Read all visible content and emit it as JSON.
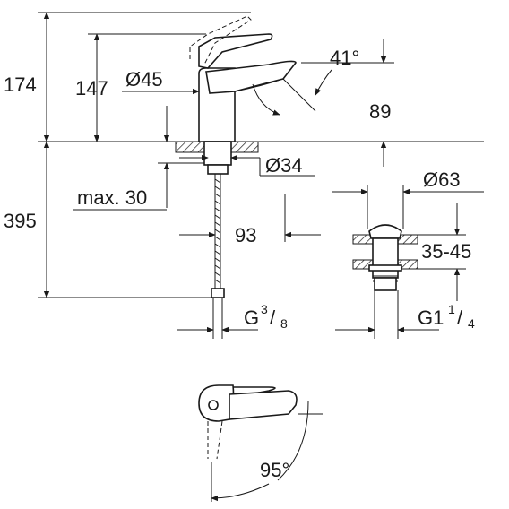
{
  "dimensions": {
    "total_height": "174",
    "spout_height": "147",
    "body_diameter": "Ø45",
    "lever_angle": "41°",
    "spout_reach_height": "89",
    "base_diameter": "Ø34",
    "max_deck": "max. 30",
    "hose_length": "395",
    "hose_offset": "93",
    "waste_diameter": "Ø63",
    "waste_range": "35-45",
    "supply_thread_prefix": "G",
    "supply_thread_num": "3",
    "supply_thread_den": "8",
    "waste_thread_prefix": "G1",
    "waste_thread_num": "1",
    "waste_thread_den": "4",
    "swivel_angle": "95°"
  }
}
